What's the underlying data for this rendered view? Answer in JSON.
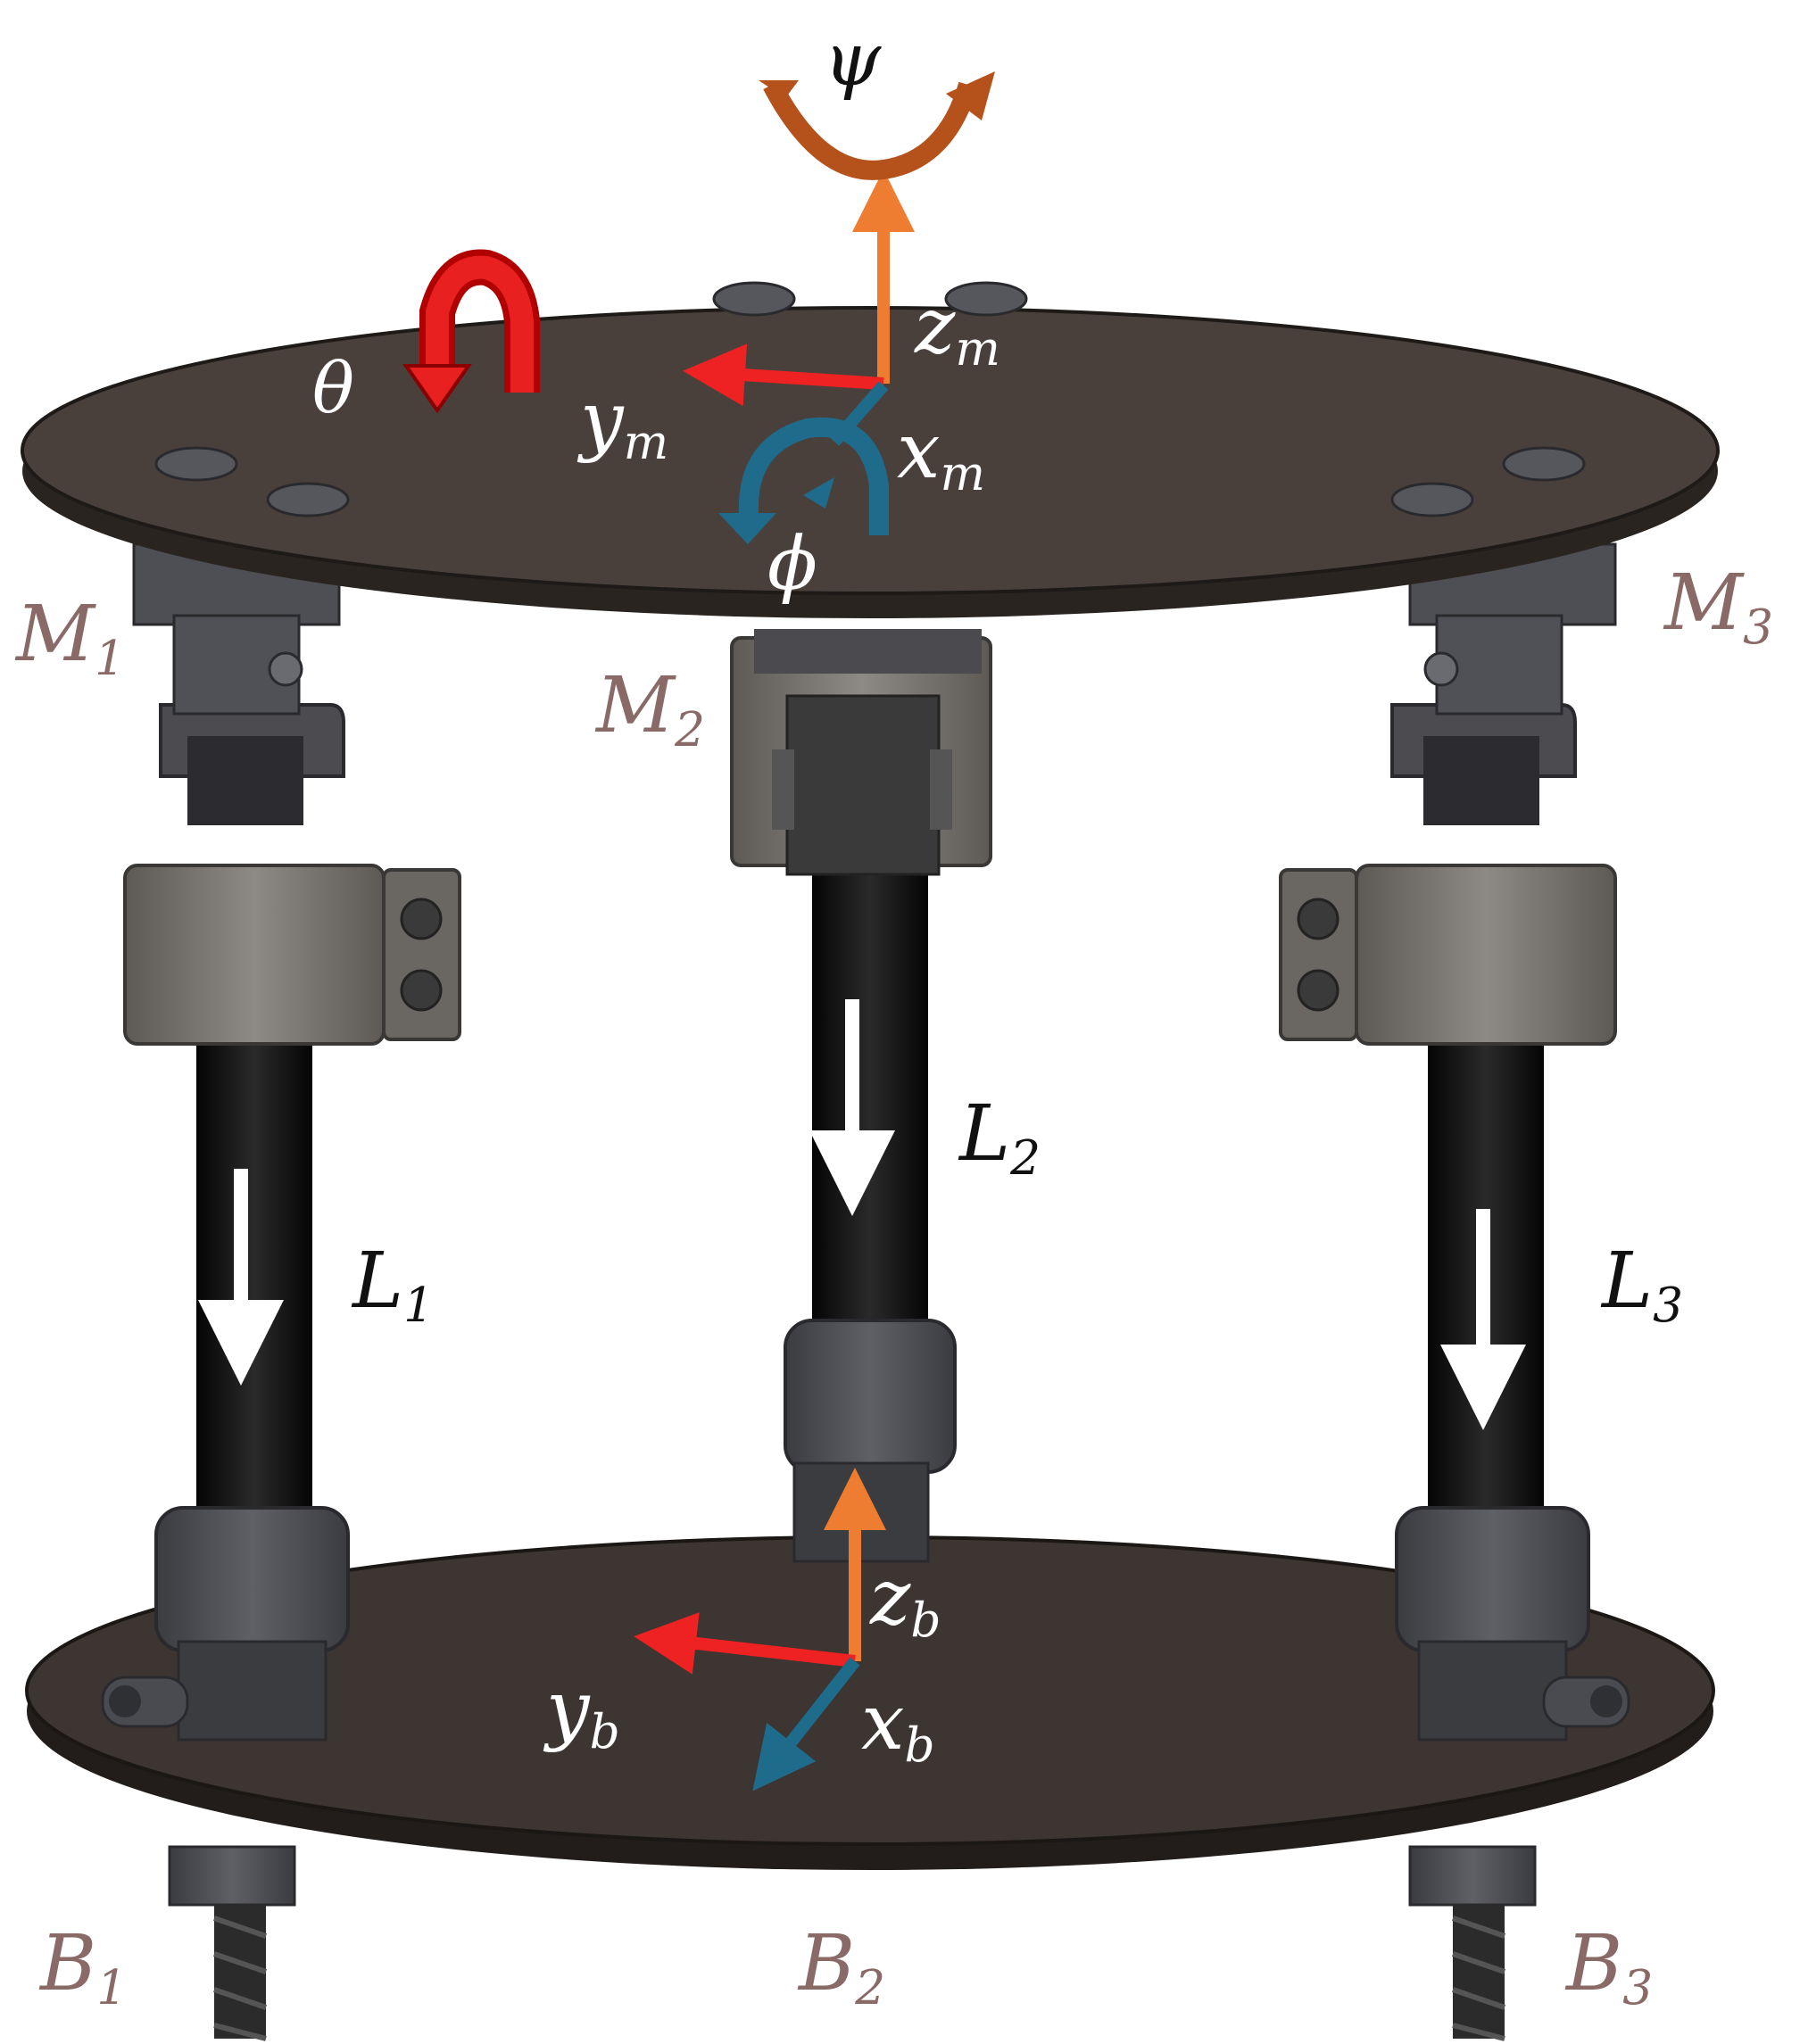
{
  "labels": {
    "psi": "ψ",
    "theta": "θ",
    "phi": "ϕ",
    "z_m": "z",
    "z_m_sub": "m",
    "y_m": "y",
    "y_m_sub": "m",
    "x_m": "x",
    "x_m_sub": "m",
    "z_b": "z",
    "z_b_sub": "b",
    "y_b": "y",
    "y_b_sub": "b",
    "x_b": "x",
    "x_b_sub": "b",
    "M1": "M",
    "M1_sub": "1",
    "M2": "M",
    "M2_sub": "2",
    "M3": "M",
    "M3_sub": "3",
    "L1": "L",
    "L1_sub": "1",
    "L2": "L",
    "L2_sub": "2",
    "L3": "L",
    "L3_sub": "3",
    "B1": "B",
    "B1_sub": "1",
    "B2": "B",
    "B2_sub": "2",
    "B3": "B",
    "B3_sub": "3"
  },
  "colors": {
    "plate": "#3f3733",
    "plate_rim": "#2b2522",
    "joint": "#55565c",
    "clamp": "#77746f",
    "rod": "#141414",
    "z_axis": "#ee7d31",
    "y_axis": "#ee2222",
    "x_axis": "#1f6b8c",
    "psi_arrow": "#b5521b",
    "theta_arrow": "#dd1111",
    "phi_arrow": "#1f6b8c",
    "label_point": "#8a6a66"
  }
}
